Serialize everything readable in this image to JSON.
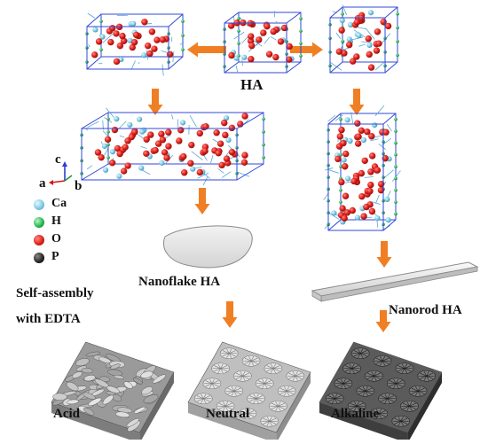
{
  "labels": {
    "ha": "HA",
    "nanoflake": "Nanoflake HA",
    "nanorod": "Nanorod HA",
    "self_assembly_1": "Self-assembly",
    "self_assembly_2": "with EDTA",
    "acid": "Acid",
    "neutral": "Neutral",
    "alkaline": "Alkaline"
  },
  "axes": {
    "c": "c",
    "a": "a",
    "b": "b"
  },
  "legend": [
    {
      "symbol": "Ca",
      "color": "#79c7e3",
      "icon": "calcium-atom-icon"
    },
    {
      "symbol": "H",
      "color": "#22b24c",
      "icon": "hydrogen-atom-icon"
    },
    {
      "symbol": "O",
      "color": "#e0201c",
      "icon": "oxygen-atom-icon"
    },
    {
      "symbol": "P",
      "color": "#111111",
      "icon": "phosphorus-atom-icon"
    }
  ],
  "colors": {
    "arrow": "#f07f24",
    "cell_edge": "#3048d8",
    "oxygen": "#e0201c",
    "calcium": "#79c7e3",
    "hydrogen": "#22b24c"
  }
}
